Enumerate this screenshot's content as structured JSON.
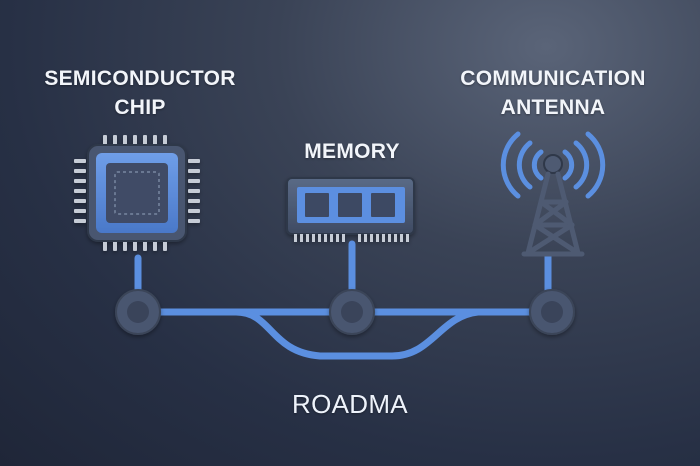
{
  "labels": {
    "chip_line1": "SEMICONDUCTOR",
    "chip_line2": "CHIP",
    "memory": "MEMORY",
    "antenna_line1": "COMMUNICATION",
    "antenna_line2": "ANTENNA",
    "road": "ROADMA"
  },
  "icons": {
    "chip": "semiconductor-chip-icon",
    "memory": "memory-module-icon",
    "antenna": "communication-antenna-icon"
  },
  "colors": {
    "accent": "#5b8fe0",
    "node_fill": "#465269",
    "background": "#273045"
  }
}
